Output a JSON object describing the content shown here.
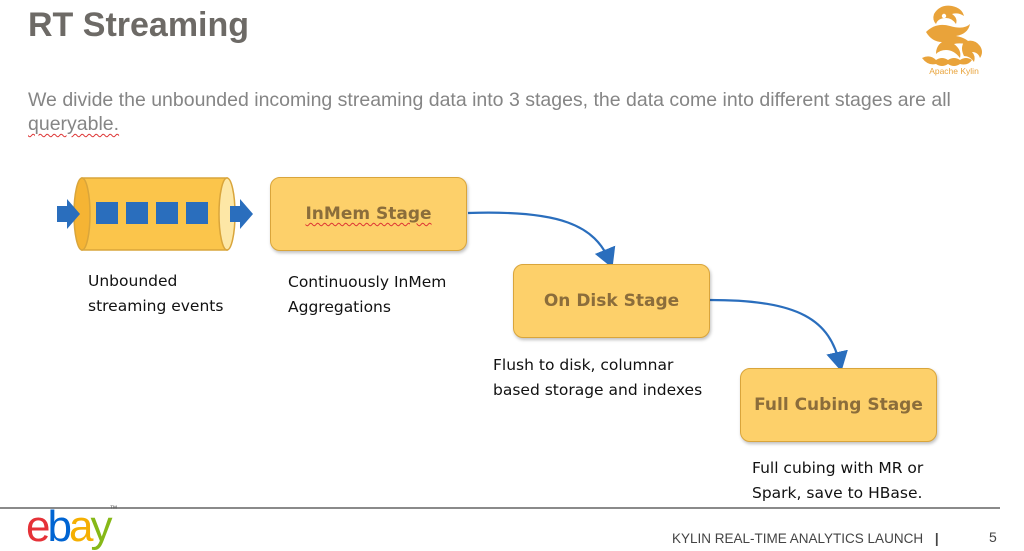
{
  "slide": {
    "title": "RT Streaming",
    "subtitle": {
      "line1": "We divide the unbounded incoming streaming data into 3 stages, the data come into different stages are all",
      "line2": "queryable."
    }
  },
  "logo": {
    "text": "Apache Kylin",
    "icon": "kylin-icon",
    "color": "#e9a33a"
  },
  "stream": {
    "icon": "streaming-queue-icon",
    "caption_line1": "Unbounded",
    "caption_line2": "streaming events"
  },
  "stages": [
    {
      "label": "InMem Stage",
      "desc_line1": "Continuously InMem",
      "desc_line2": "Aggregations"
    },
    {
      "label": "On Disk Stage",
      "desc_line1": "Flush to disk, columnar",
      "desc_line2": "based storage and indexes"
    },
    {
      "label": "Full Cubing Stage",
      "desc_line1": "Full cubing with MR or",
      "desc_line2": "Spark, save to HBase."
    }
  ],
  "footer": {
    "brand_logo": "ebay-logo",
    "text": "KYLIN REAL-TIME ANALYTICS LAUNCH",
    "separator": "|",
    "page": "5"
  },
  "colors": {
    "stage_fill": "#fdd06a",
    "stage_text": "#8b6d3b",
    "arrow_blue": "#2a6ebd",
    "title_gray": "#6d6a66"
  }
}
